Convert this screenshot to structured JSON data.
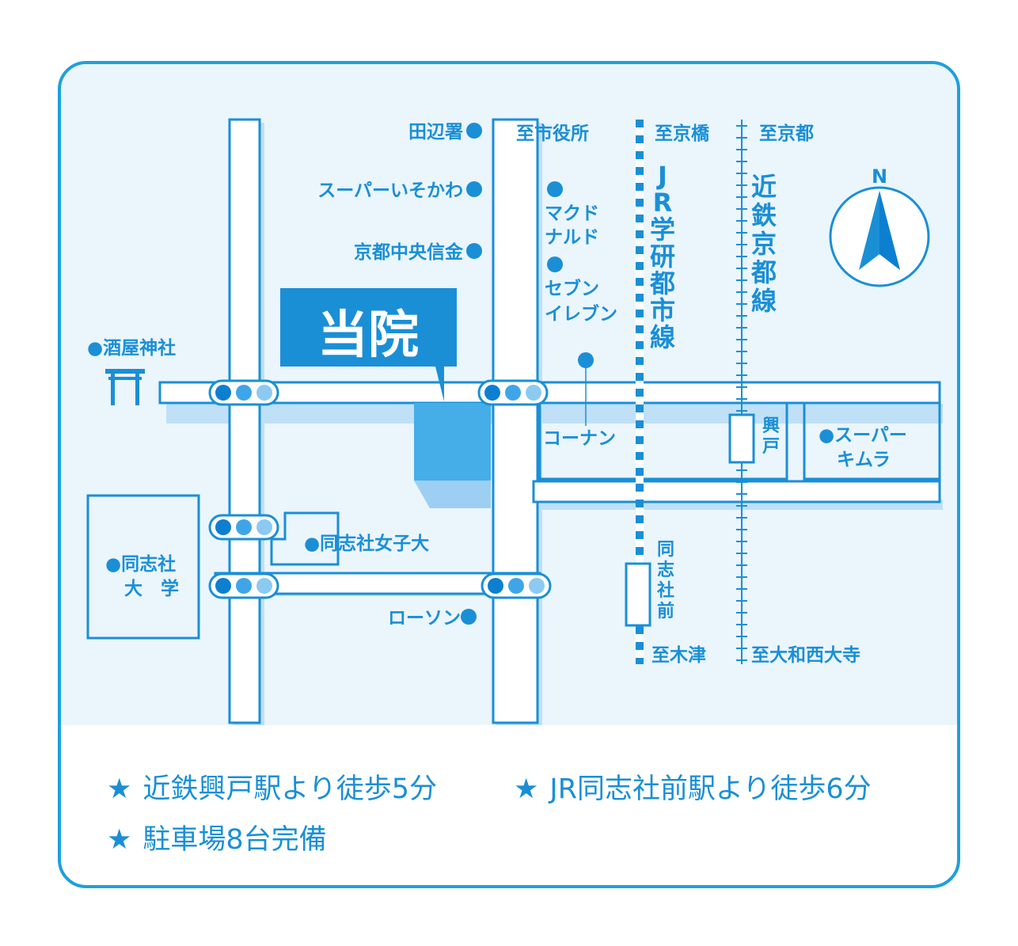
{
  "clinic": {
    "label": "当院"
  },
  "places": {
    "tanabe_police": "田辺署",
    "super_isokawa": "スーパーいそかわ",
    "kyoto_chuo_shinkin": "京都中央信金",
    "mcdonalds_1": "マクド",
    "mcdonalds_2": "ナルド",
    "seven_1": "セブン",
    "seven_2": "イレブン",
    "konan": "コーナン",
    "sakaya_shrine": "●酒屋神社",
    "super_kimura_1": "●スーパー",
    "super_kimura_2": "キムラ",
    "doshisha_women": "●同志社女子大",
    "doshisha_univ_1": "●同志社",
    "doshisha_univ_2": "大　学",
    "lawson": "ローソン"
  },
  "directions": {
    "to_city_hall": "至市役所",
    "to_kyobashi": "至京橋",
    "to_kyoto": "至京都",
    "to_kizu": "至木津",
    "to_yamato_saidaiji": "至大和西大寺"
  },
  "rail": {
    "jr_line": [
      "J",
      "R",
      "学",
      "研",
      "都",
      "市",
      "線"
    ],
    "kintetsu_line": [
      "近",
      "鉄",
      "京",
      "都",
      "線"
    ],
    "kodo_station": [
      "興",
      "戸"
    ],
    "doshishamae_station": [
      "同",
      "志",
      "社",
      "前"
    ]
  },
  "compass": {
    "north": "N"
  },
  "access": {
    "line1a": "近鉄興戸駅より徒歩5分",
    "line1b": "JR同志社前駅より徒歩6分",
    "line2": "駐車場8台完備",
    "star": "★"
  },
  "colors": {
    "accent": "#1a8fd6",
    "frame": "#1da0e0",
    "map_bg": "#ebf5fc",
    "building": "#45aee8",
    "building_shade": "#9ccff2",
    "signal_dark": "#0d7fd0",
    "signal_mid": "#3ea6e8",
    "signal_light": "#8ccaf2"
  }
}
